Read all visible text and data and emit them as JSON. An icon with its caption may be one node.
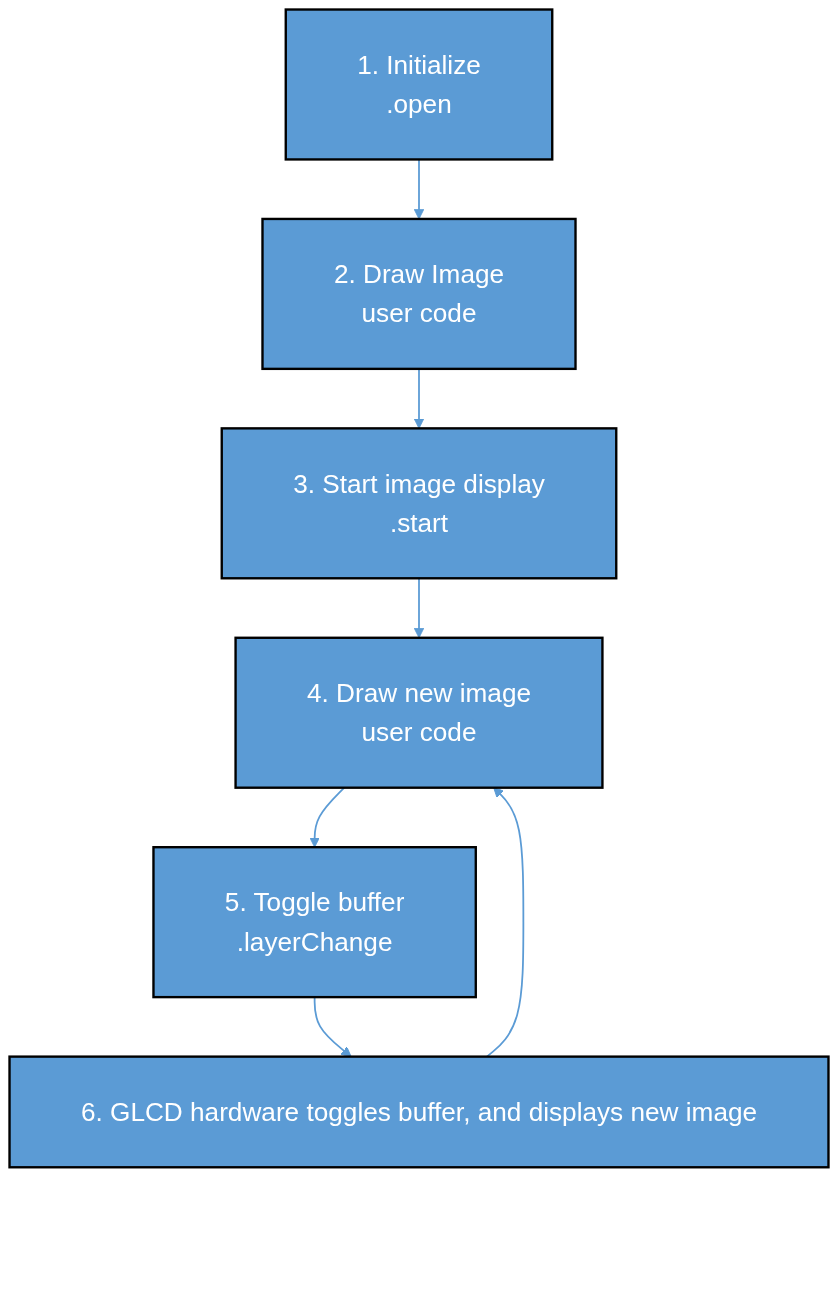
{
  "diagram": {
    "nodes": [
      {
        "text": [
          "1. Initialize",
          ".open"
        ]
      },
      {
        "text": [
          "2. Draw Image",
          "user code"
        ]
      },
      {
        "text": [
          "3. Start image display",
          ".start"
        ]
      },
      {
        "text": [
          "4. Draw new image",
          "user code"
        ]
      },
      {
        "text": [
          "5. Toggle buffer",
          ".layerChange"
        ]
      },
      {
        "text": [
          "6. GLCD hardware toggles buffer, and displays new image"
        ]
      }
    ],
    "edges": [
      {
        "from": 0,
        "to": 1,
        "arrow": "to"
      },
      {
        "from": 1,
        "to": 2,
        "arrow": "to"
      },
      {
        "from": 2,
        "to": 3,
        "arrow": "to"
      },
      {
        "from": 3,
        "to": 4,
        "arrow": "to"
      },
      {
        "from": 4,
        "to": 5,
        "arrow": "to"
      },
      {
        "from": 5,
        "to": 3,
        "arrow": "to"
      }
    ]
  }
}
